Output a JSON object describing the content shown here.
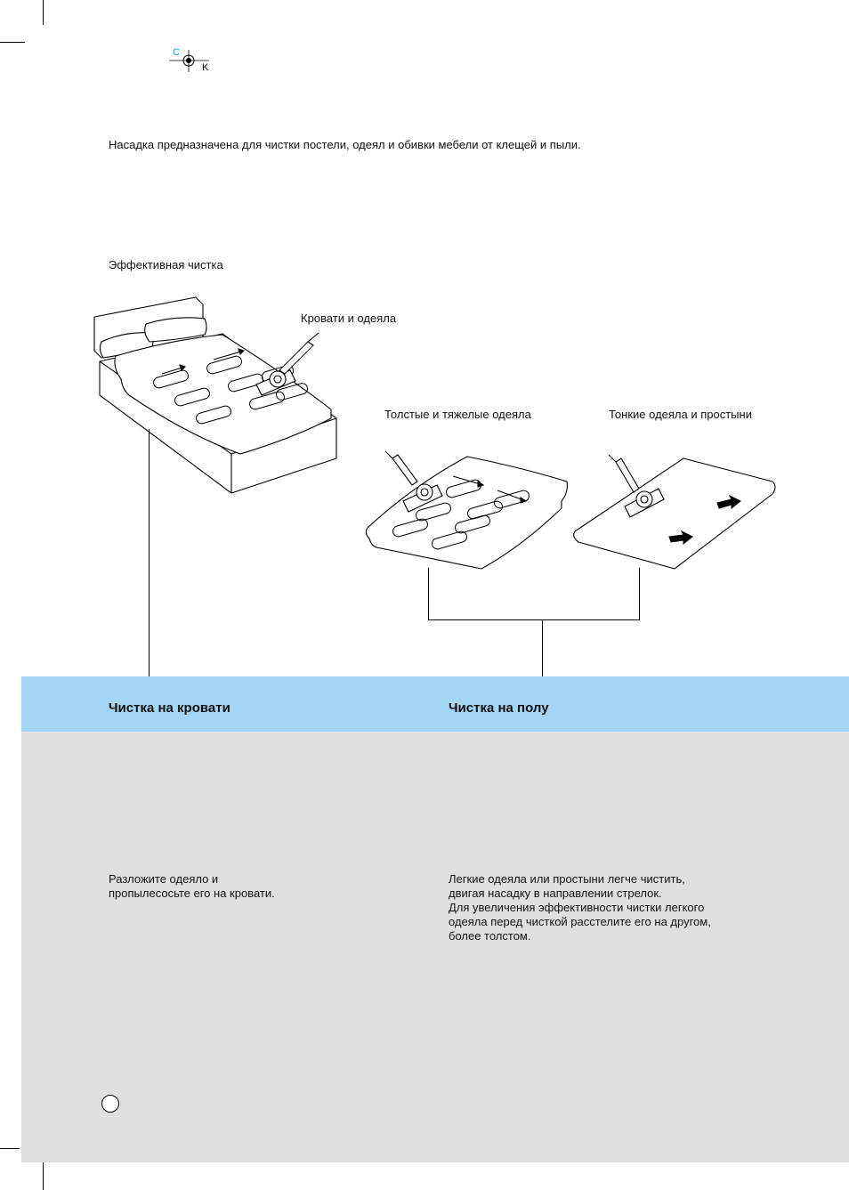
{
  "registration": {
    "c": "C",
    "k": "K"
  },
  "intro": "Насадка предназначена для чистки постели, одеял и обивки мебели от клещей и пыли.",
  "section_title": "Эффективная чистка",
  "captions": {
    "bed": "Кровати и одеяла",
    "thick": "Толстые и тяжелые одеяла",
    "thin": "Тонкие одеяла и простыни"
  },
  "columns": {
    "bed": {
      "heading": "Чистка на кровати",
      "lines": [
        "Разложите одеяло и",
        "пропылесосьте его на кровати."
      ]
    },
    "floor": {
      "heading": "Чистка на полу",
      "lines": [
        "Легкие одеяла или простыни легче чистить,",
        "двигая насадку в направлении стрелок.",
        "Для увеличения эффективности чистки легкого",
        "одеяла перед чисткой расстелите его на другом,",
        "более толстом."
      ]
    }
  },
  "icons": {
    "registration": "registration-crosshair-icon",
    "bed": "bed-vacuum-illustration",
    "thick": "thick-blanket-vacuum-illustration",
    "thin": "thin-sheet-vacuum-illustration"
  }
}
